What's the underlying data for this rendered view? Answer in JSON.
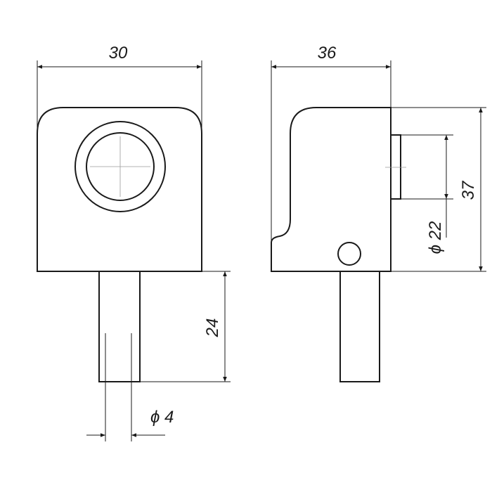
{
  "dimensions": {
    "front_width": "30",
    "side_width": "36",
    "height": "37",
    "hole_diameter": "ϕ 22",
    "pin_length": "24",
    "pin_diameter": "ϕ 4"
  }
}
